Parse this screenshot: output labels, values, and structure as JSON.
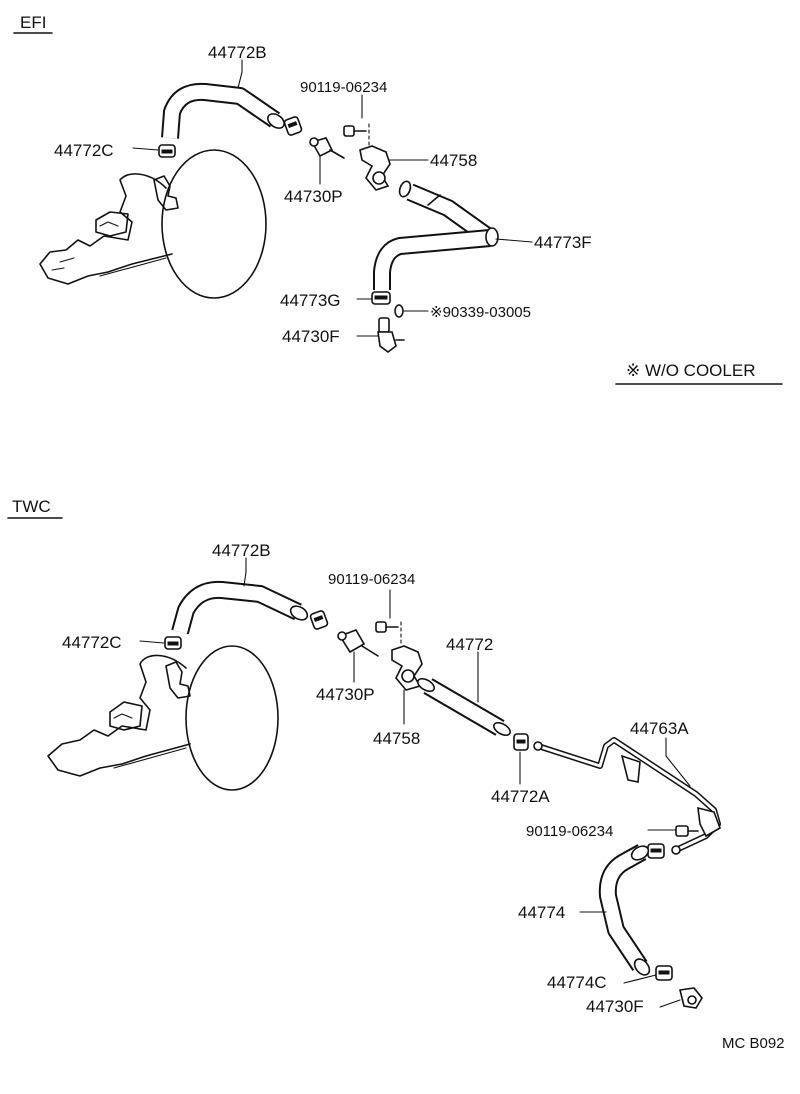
{
  "sections": {
    "efi": {
      "header": "EFI",
      "labels": {
        "p44772B": "44772B",
        "p90119": "90119-06234",
        "p44772C": "44772C",
        "p44758": "44758",
        "p44730P": "44730P",
        "p44773F": "44773F",
        "p44773G": "44773G",
        "p90339": "※90339-03005",
        "p44730F": "44730F"
      }
    },
    "note": {
      "text": "※ W/O COOLER"
    },
    "twc": {
      "header": "TWC",
      "labels": {
        "p44772B": "44772B",
        "p90119a": "90119-06234",
        "p44772C": "44772C",
        "p44772": "44772",
        "p44730P": "44730P",
        "p44758": "44758",
        "p44763A": "44763A",
        "p44772A": "44772A",
        "p90119b": "90119-06234",
        "p44774": "44774",
        "p44774C": "44774C",
        "p44730F": "44730F"
      }
    },
    "footer": {
      "code": "MC B092"
    }
  }
}
